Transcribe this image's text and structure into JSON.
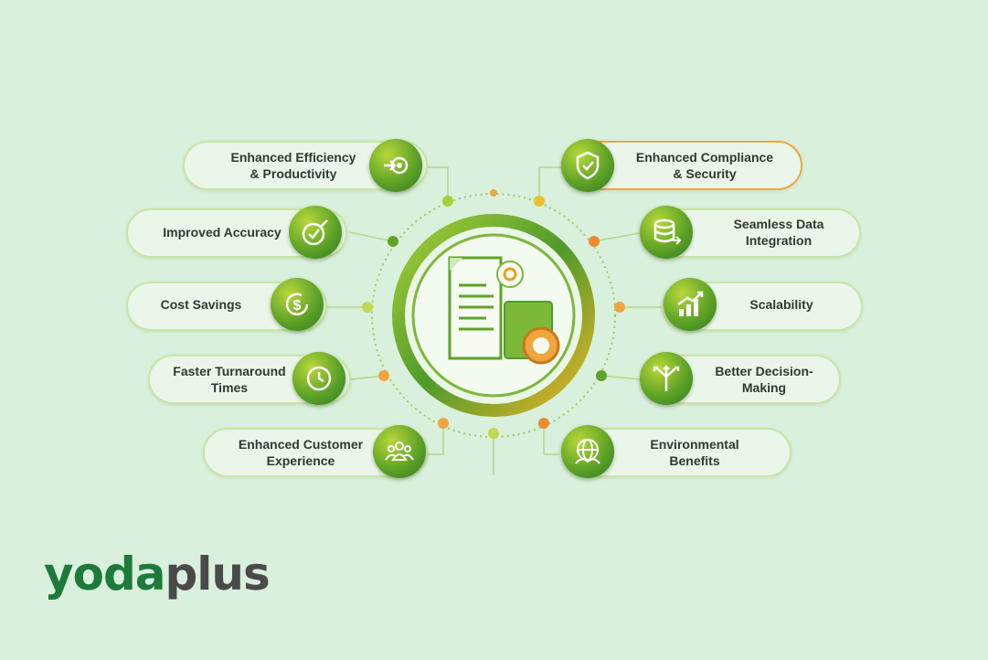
{
  "items": [
    {
      "label": "Enhanced Efficiency\n& Productivity",
      "icon": "gear-arrow-icon"
    },
    {
      "label": "Improved Accuracy",
      "icon": "target-check-icon"
    },
    {
      "label": "Cost Savings",
      "icon": "dollar-cycle-icon"
    },
    {
      "label": "Faster Turnaround\nTimes",
      "icon": "clock-icon"
    },
    {
      "label": "Enhanced Customer\nExperience",
      "icon": "people-icon"
    },
    {
      "label": "Enhanced Compliance\n& Security",
      "icon": "shield-check-icon"
    },
    {
      "label": "Seamless Data\nIntegration",
      "icon": "database-icon"
    },
    {
      "label": "Scalability",
      "icon": "growth-chart-icon"
    },
    {
      "label": "Better Decision-\nMaking",
      "icon": "decision-arrows-icon"
    },
    {
      "label": "Environmental\nBenefits",
      "icon": "globe-leaf-icon"
    }
  ],
  "center_icon": "document-gear-icon",
  "logo": {
    "part1": "yoda",
    "part2": "plus"
  },
  "colors": {
    "background": "#d9f0dc",
    "green": "#5fa327",
    "dark_green": "#2e7a1f",
    "orange": "#f0a640",
    "logo_green": "#1d7a3a",
    "logo_gray": "#4a4a4a"
  }
}
